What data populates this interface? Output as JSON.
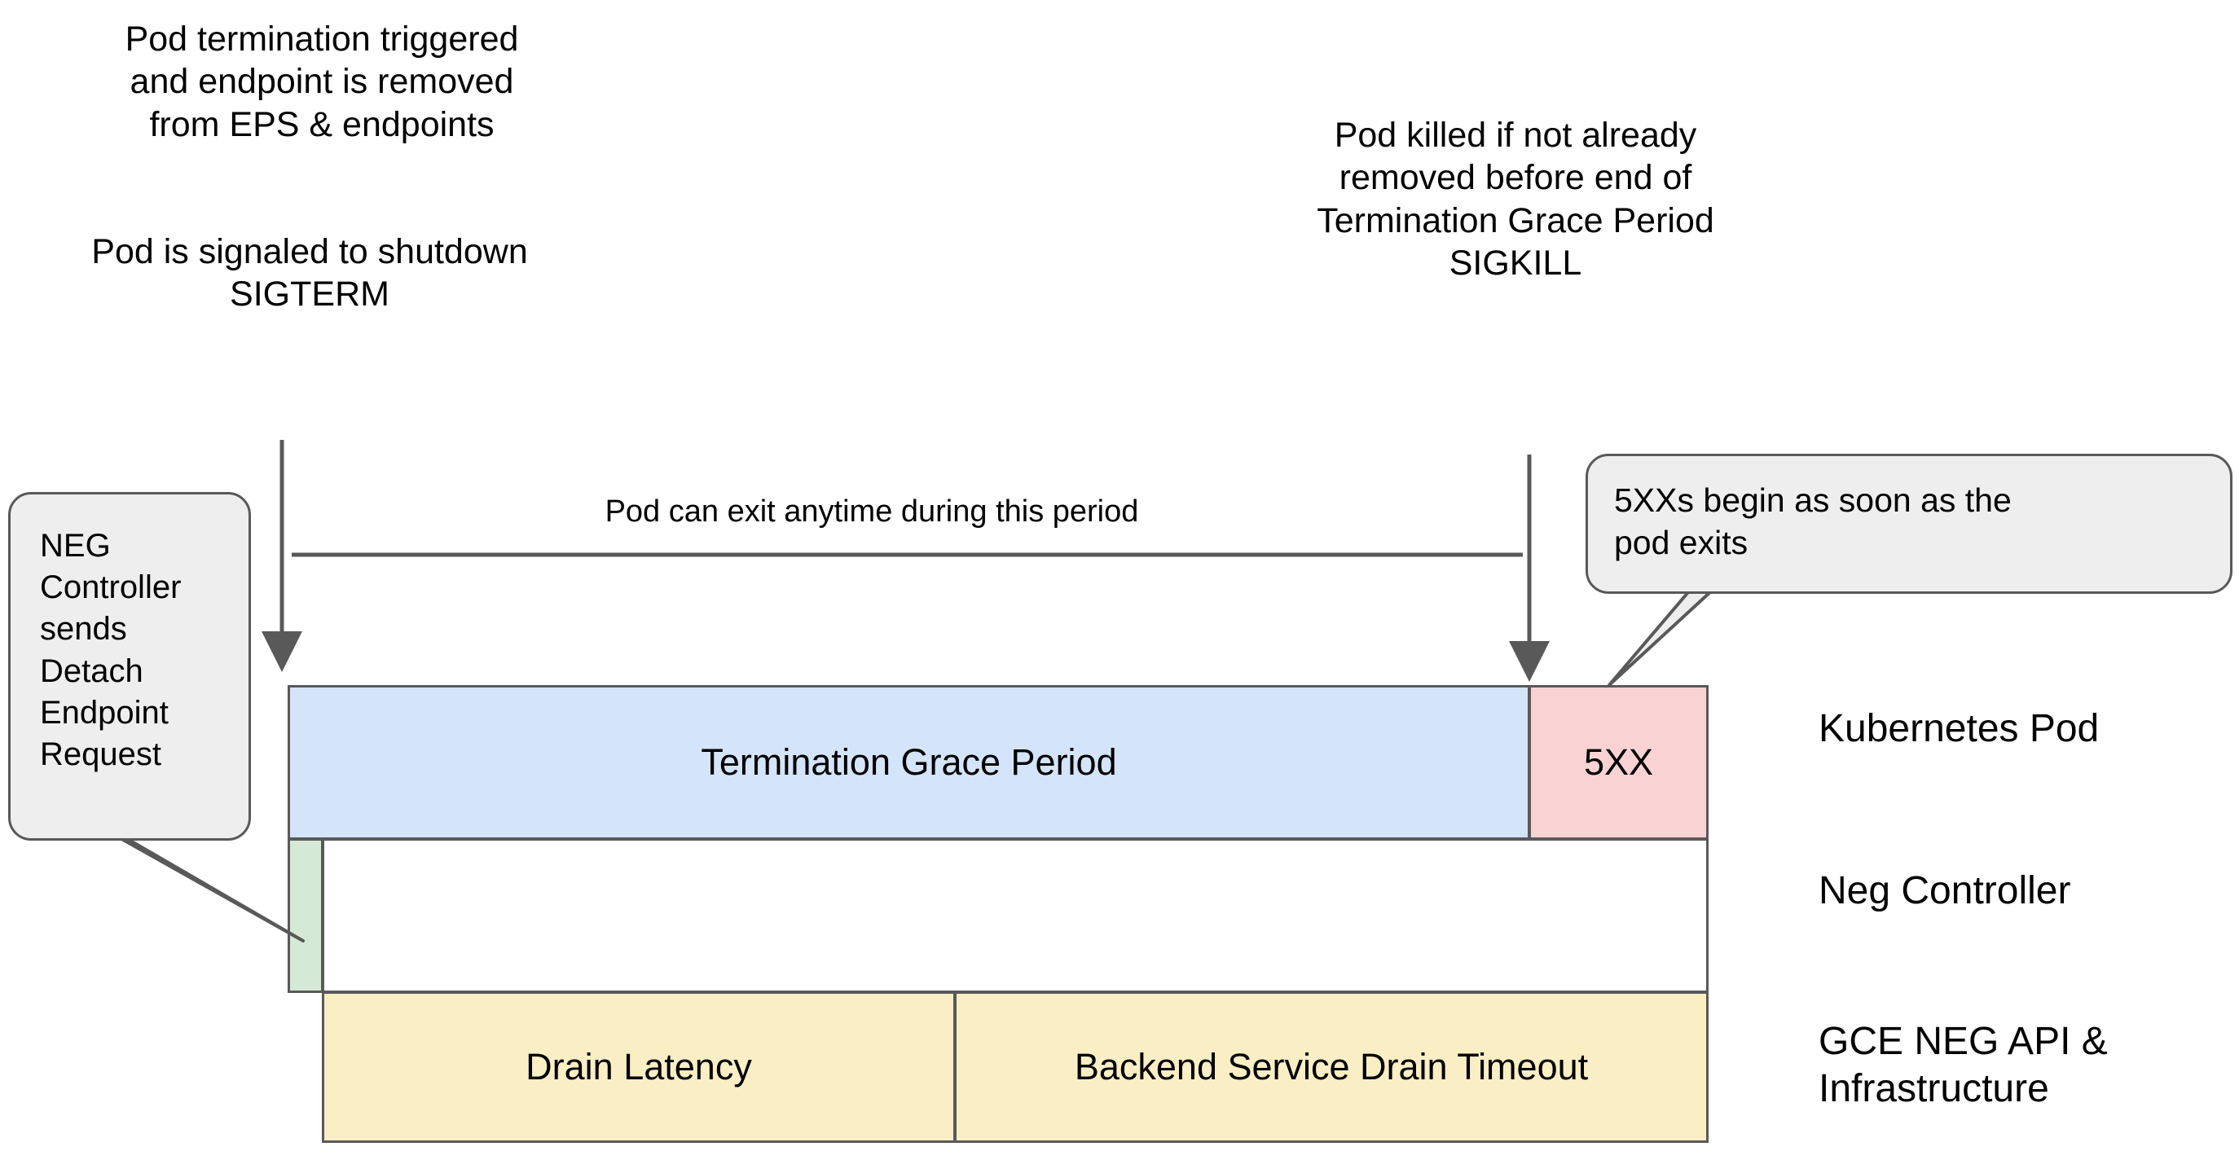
{
  "notes": {
    "termination": "Pod termination triggered\nand endpoint is removed\nfrom EPS & endpoints",
    "sigterm": "Pod is signaled to shutdown\nSIGTERM",
    "sigkill": "Pod killed if not already\nremoved before end of\nTermination Grace Period\nSIGKILL"
  },
  "callouts": {
    "neg_controller": "NEG\nController\nsends\nDetach\nEndpoint\nRequest",
    "five_xx": "5XXs begin as soon as the\npod exits"
  },
  "timeline": {
    "exit_window_label": "Pod can exit anytime during this period",
    "bars": {
      "termination_grace_period": "Termination Grace Period",
      "five_xx": "5XX",
      "neg_detach": "",
      "neg_row": "",
      "drain_latency": "Drain Latency",
      "backend_service_drain_timeout": "Backend Service Drain Timeout"
    }
  },
  "lanes": [
    {
      "label": "Kubernetes Pod"
    },
    {
      "label": "Neg Controller"
    },
    {
      "label": "GCE NEG API &\nInfrastructure"
    }
  ],
  "colors": {
    "background": "#ffffff",
    "stroke": "#595959",
    "termination_grace_period_fill": "#d4e4fa",
    "five_xx_fill": "#f9d3d3",
    "neg_detach_fill": "#d4e9d6",
    "drain_fill": "#faeec5",
    "callout_fill": "#eeeeee",
    "text": "#000000"
  }
}
